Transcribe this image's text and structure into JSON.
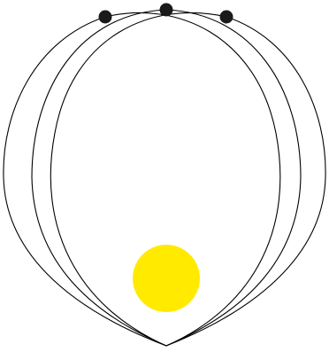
{
  "diagram": {
    "background": "#ffffff",
    "orbit_stroke": "#000000",
    "sun": {
      "name": "sun",
      "color": "#ffea00"
    },
    "orbits": [
      {
        "name": "orbit-1",
        "planet_color": "#1a1a1a"
      },
      {
        "name": "orbit-2",
        "planet_color": "#1a1a1a"
      },
      {
        "name": "orbit-3",
        "planet_color": "#1a1a1a"
      }
    ]
  }
}
